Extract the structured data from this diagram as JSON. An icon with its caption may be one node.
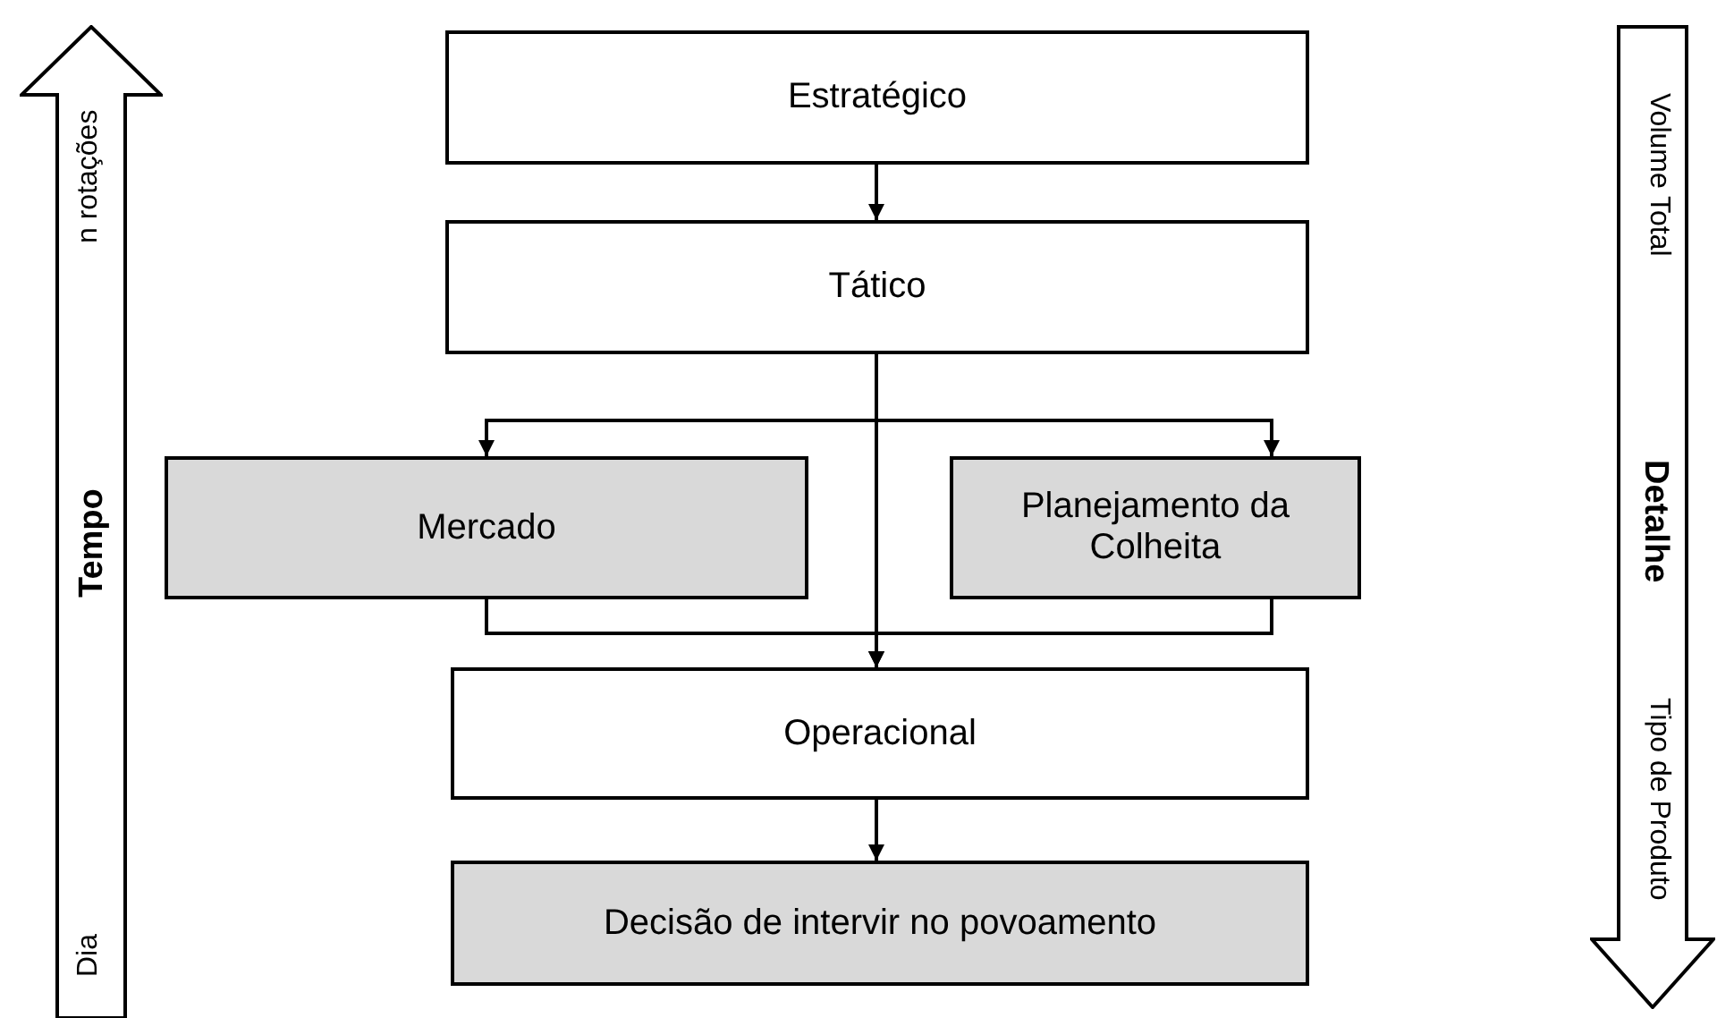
{
  "diagram": {
    "nodes": [
      {
        "text": [
          "n rotações",
          "Tempo",
          "Dia"
        ]
      },
      {
        "text": [
          "Estratégico"
        ]
      },
      {
        "text": [
          "Tático"
        ]
      },
      {
        "text": [
          "Mercado"
        ]
      },
      {
        "text": [
          "Planejamento da Colheita"
        ]
      },
      {
        "text": [
          "Operacional"
        ]
      },
      {
        "text": [
          "Decisão de intervir no povoamento"
        ]
      },
      {
        "text": [
          "Volume Total",
          "Detalhe",
          "Tipo de Produto"
        ]
      }
    ],
    "edges": [
      {
        "from": 1,
        "to": 2,
        "arrow": "to"
      },
      {
        "from": 2,
        "to": 3,
        "arrow": "to"
      },
      {
        "from": 2,
        "to": 4,
        "arrow": "to"
      },
      {
        "from": 2,
        "to": 5,
        "arrow": "to"
      },
      {
        "from": 3,
        "to": 5,
        "arrow": "to"
      },
      {
        "from": 4,
        "to": 5,
        "arrow": "to"
      },
      {
        "from": 5,
        "to": 6,
        "arrow": "to"
      }
    ]
  }
}
